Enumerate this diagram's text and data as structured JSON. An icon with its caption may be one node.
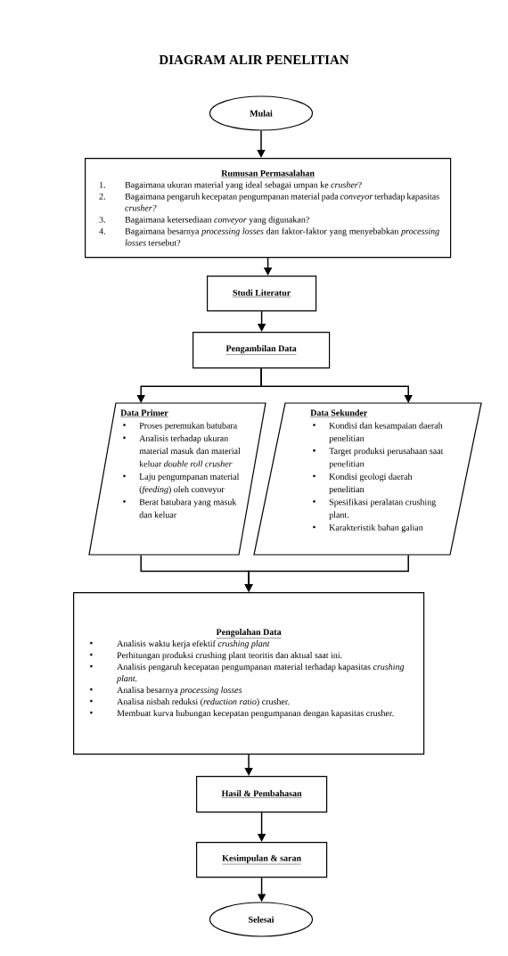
{
  "diagram": {
    "title": "DIAGRAM ALIR PENELITIAN",
    "nodes": [
      {
        "text": [
          "Mulai"
        ]
      },
      {
        "text": [
          "Rumusan Permasalahan",
          "1.",
          "Bagaimana ukuran material yang ideal sebagai umpan ke *crusher*?",
          "2.",
          "Bagaimana pengaruh kecepatan pengumpanan material pada *conveyor* terhadap kapasitas *crusher?*",
          "3.",
          "Bagaimana ketersediaan *conveyor* yang digunakan?",
          "4.",
          "Bagaimana besarnya *processing losses* dan faktor-faktor yang menyebabkan *processing losses* tersebut?"
        ]
      },
      {
        "text": [
          "Studi Literatur"
        ]
      },
      {
        "text": [
          "Pengambilan Data"
        ]
      },
      {
        "text": [
          "Data Primer",
          "Proses peremukan batubara",
          "Analisis terhadap ukuran material masuk dan material keluar *double roll  crusher*",
          "Laju pengumpanan material (*feeding*) oleh conveyor",
          "Berat batubara yang masuk dan keluar"
        ]
      },
      {
        "text": [
          "Data Sekunder",
          "Kondisi  dan kesampaian daerah penelitian",
          "Target produksi perusahaan saat penelitian",
          "Kondisi geologi daerah penelitian",
          "Spesifikasi peralatan crushing plant.",
          "Karakteristik bahan galian"
        ]
      },
      {
        "text": [
          "Pengolahan Data",
          "Analisis waktu kerja efektif *crushing plant*",
          "Perhitungan produksi crushing plant teoritis dan aktual saat ini.",
          "Analisis pengaruh kecepatan pengumpanan material terhadap kapasitas *crushing plant.*",
          "Analisa besarnya *processing losses*",
          "Analisa nisbah reduksi (*reduction ratio*) crusher.",
          "Membuat kurva hubungan kecepatan pengumpanan dengan kapasitas crusher."
        ]
      },
      {
        "text": [
          "Hasil & Pembahasan"
        ]
      },
      {
        "text": [
          "Kesimpulan & saran"
        ]
      },
      {
        "text": [
          "Selesai"
        ]
      }
    ],
    "edges": [
      {
        "from": 0,
        "to": 1,
        "arrow": "to"
      },
      {
        "from": 1,
        "to": 2,
        "arrow": "to"
      },
      {
        "from": 2,
        "to": 3,
        "arrow": "to"
      },
      {
        "from": 3,
        "to": 4,
        "arrow": "to"
      },
      {
        "from": 3,
        "to": 5,
        "arrow": "to"
      },
      {
        "from": 4,
        "to": 6,
        "arrow": "to"
      },
      {
        "from": 5,
        "to": 6,
        "arrow": "to"
      },
      {
        "from": 6,
        "to": 7,
        "arrow": "to"
      },
      {
        "from": 7,
        "to": 8,
        "arrow": "to"
      },
      {
        "from": 8,
        "to": 9,
        "arrow": "to"
      }
    ]
  }
}
